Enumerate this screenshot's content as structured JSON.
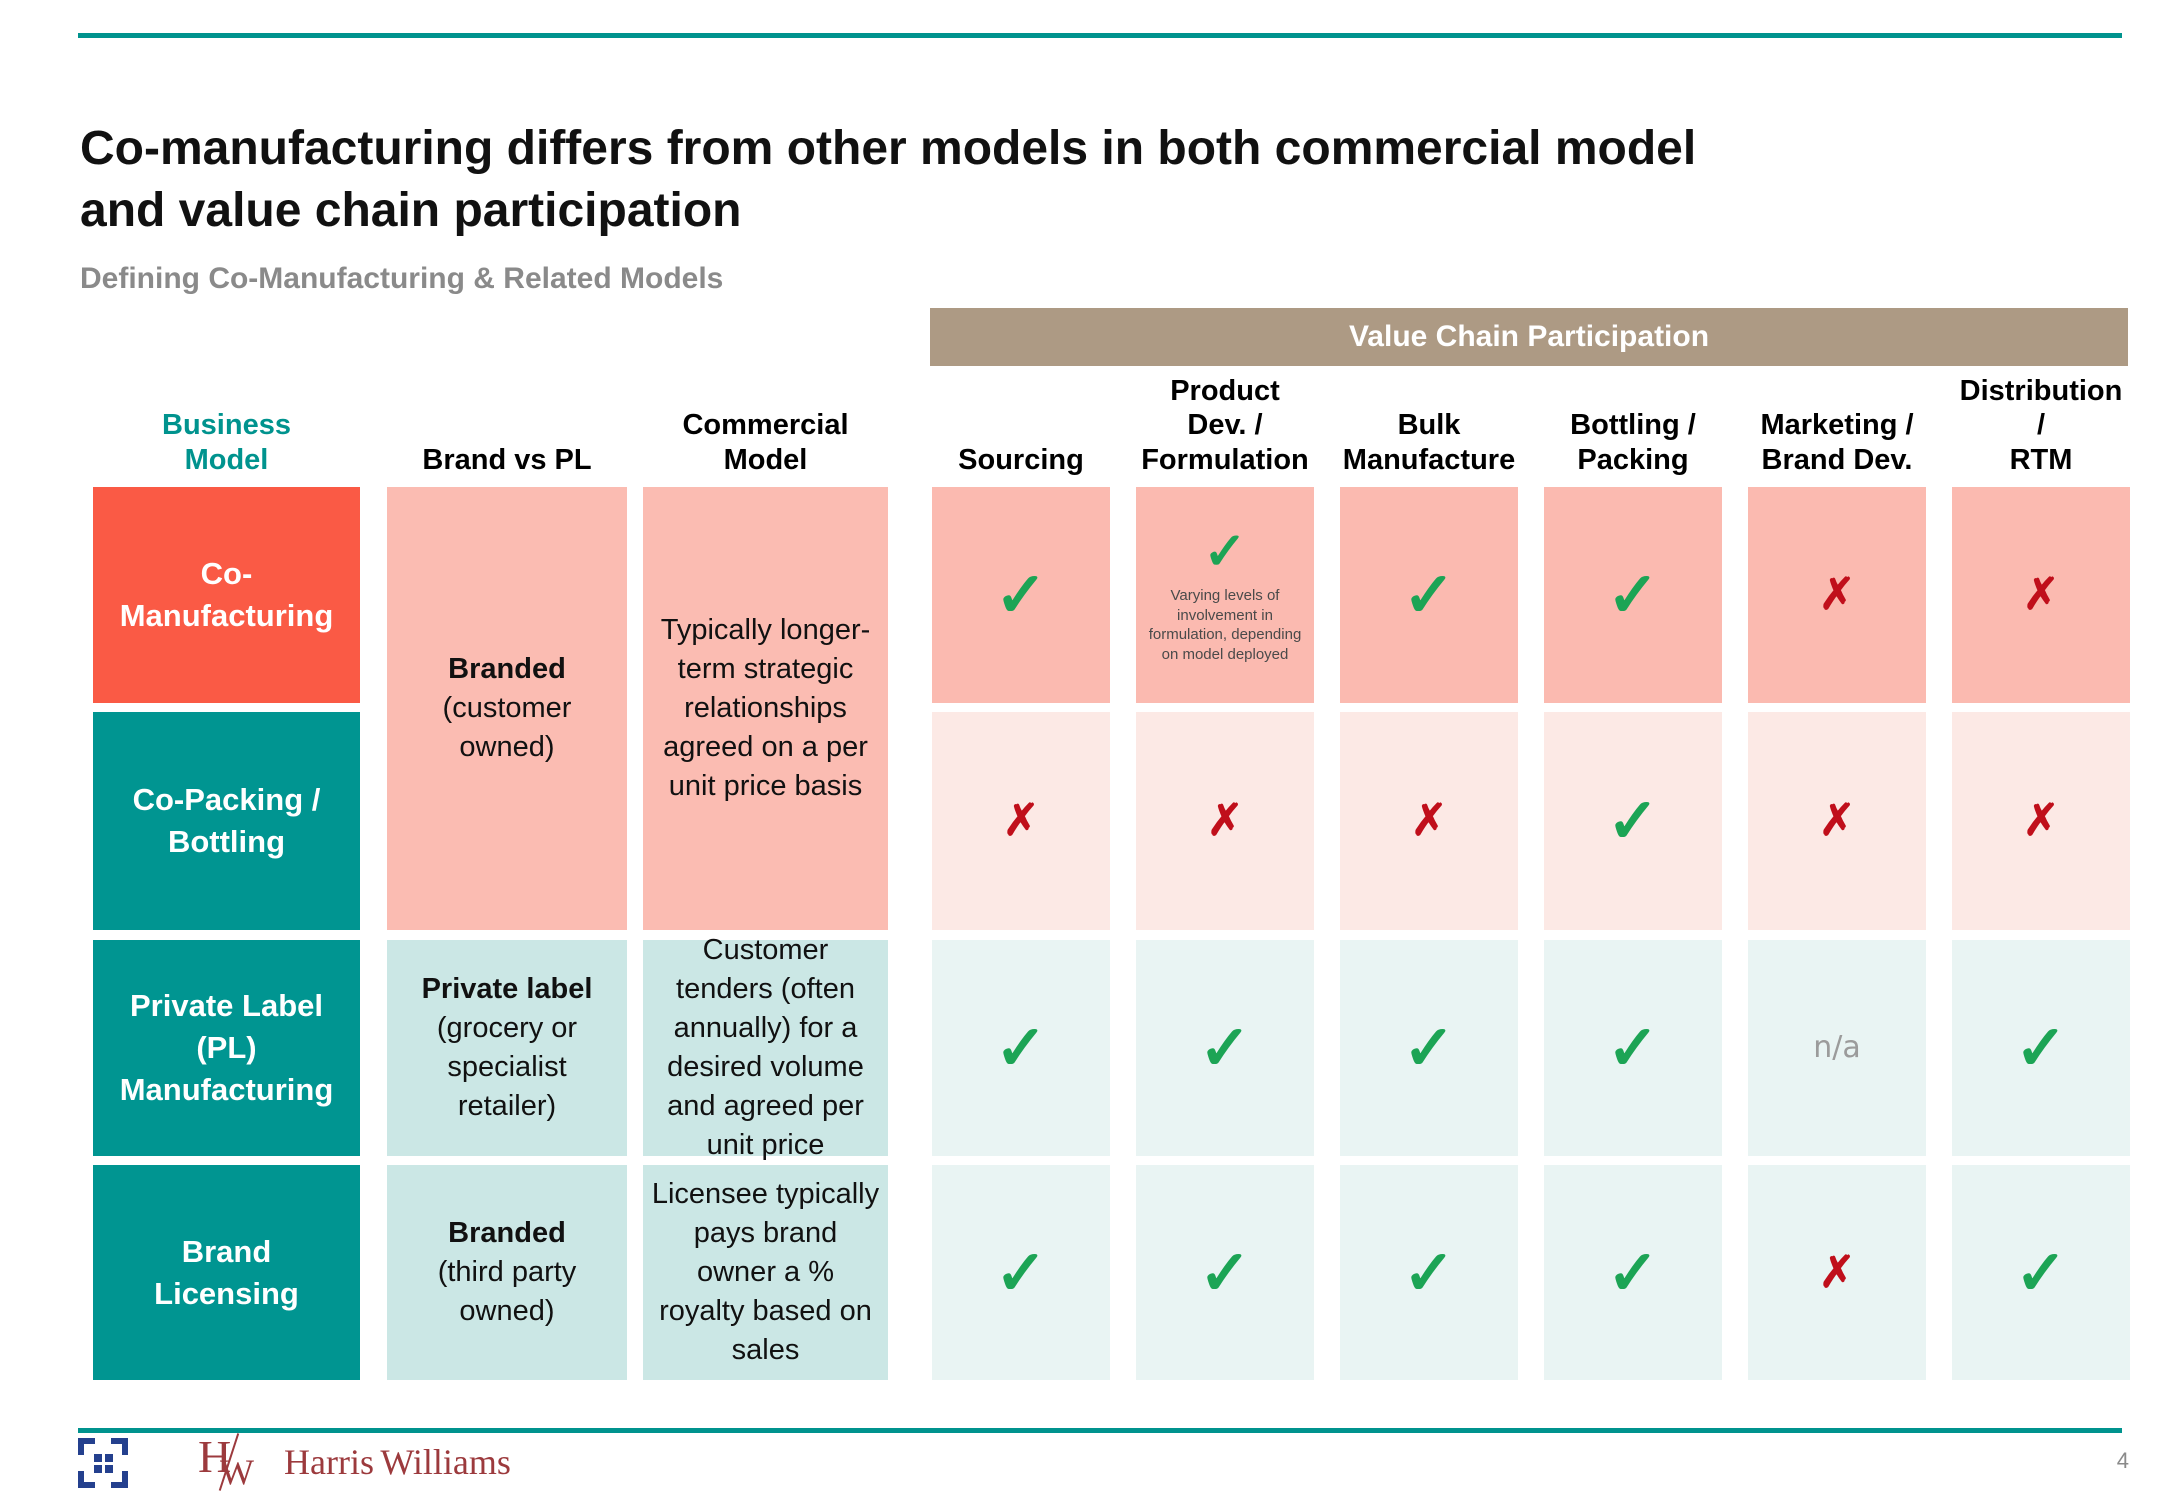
{
  "slide": {
    "title": "Co-manufacturing differs from other models in both commercial model\nand value chain participation",
    "subtitle": "Defining Co-Manufacturing & Related Models"
  },
  "colors": {
    "teal_accent": "#00938E",
    "teal_cell": "#009591",
    "red_orange_cell": "#FA5A45",
    "pink_cell": "#FBBCB2",
    "light_pink_cell": "#FCE9E5",
    "mint_cell": "#CBE7E5",
    "light_mint_cell": "#E9F4F3",
    "tan_band": "#AD9A84",
    "check_green": "#1CA455",
    "x_red": "#C00F1B",
    "na_gray": "#9B9B9B",
    "brand_red": "#9C3A3D",
    "logo_navy": "#24408E"
  },
  "table": {
    "group_header": "Value Chain Participation",
    "headers": [
      "Business\nModel",
      "Brand vs PL",
      "Commercial\nModel",
      "Sourcing",
      "Product\nDev. /\nFormulation",
      "Bulk\nManufacture",
      "Bottling /\nPacking",
      "Marketing /\nBrand Dev.",
      "Distribution /\nRTM"
    ],
    "merged": {
      "brand_bold": "Branded",
      "brand_rest": "(customer\nowned)",
      "commercial": "Typically longer-\nterm strategic\nrelationships\nagreed on a per\nunit price basis"
    },
    "rows": [
      {
        "model": "Co-\nManufacturing",
        "marks": [
          "✓",
          "✓",
          "✓",
          "✓",
          "✗",
          "✗"
        ],
        "note": "Varying levels of\ninvolvement in\nformulation, depending\non model deployed"
      },
      {
        "model": "Co-Packing /\nBottling",
        "marks": [
          "✗",
          "✗",
          "✗",
          "✓",
          "✗",
          "✗"
        ]
      },
      {
        "model": "Private Label\n(PL)\nManufacturing",
        "brand_bold": "Private label",
        "brand_rest": "(grocery or\nspecialist\nretailer)",
        "commercial": "Customer\ntenders (often\nannually) for a\ndesired volume\nand agreed per\nunit price",
        "marks": [
          "✓",
          "✓",
          "✓",
          "✓",
          "n/a",
          "✓"
        ]
      },
      {
        "model": "Brand\nLicensing",
        "brand_bold": "Branded",
        "brand_rest": "(third party\nowned)",
        "commercial": "Licensee typically\npays brand\nowner a %\nroyalty based on\nsales",
        "marks": [
          "✓",
          "✓",
          "✓",
          "✓",
          "✗",
          "✓"
        ]
      }
    ]
  },
  "footer": {
    "monogram_h": "H",
    "monogram_w": "W",
    "brand_name": "Harris Williams",
    "page_number": "4"
  }
}
